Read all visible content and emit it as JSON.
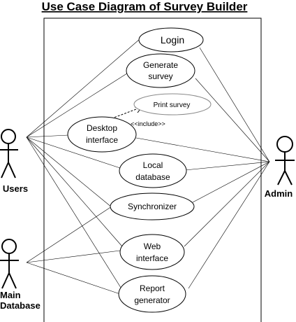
{
  "title": "Use Case Diagram of Survey Builder",
  "actors": {
    "users": "Users",
    "admin": "Admin",
    "main_db_line1": "Main",
    "main_db_line2": "Database"
  },
  "use_cases": {
    "login": "Login",
    "generate_1": "Generate",
    "generate_2": "survey",
    "print": "Print survey",
    "desktop_1": "Desktop",
    "desktop_2": "interface",
    "local_1": "Local",
    "local_2": "database",
    "sync": "Synchronizer",
    "web_1": "Web",
    "web_2": "interface",
    "report_1": "Report",
    "report_2": "generator"
  },
  "include_label": "<<include>>",
  "colors": {
    "ink": "#000000",
    "faded": "#8a8a8a",
    "background": "#ffffff"
  }
}
